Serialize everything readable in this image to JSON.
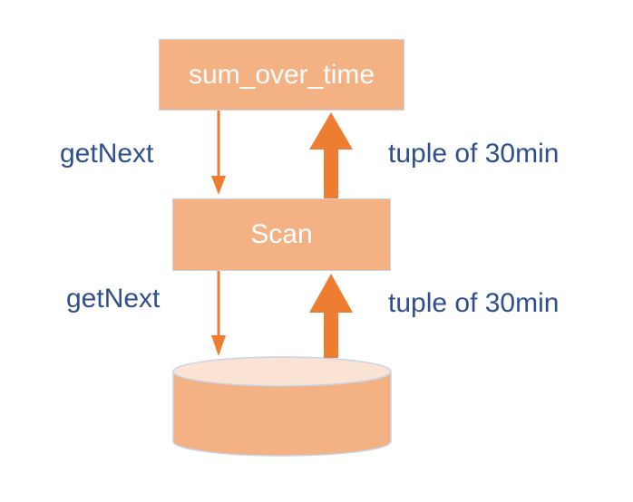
{
  "diagram": {
    "nodes": {
      "top": "sum_over_time",
      "middle": "Scan",
      "bottom": ""
    },
    "edge_labels": {
      "upper_left": "getNext",
      "upper_right": "tuple of 30min",
      "lower_left": "getNext",
      "lower_right": "tuple of 30min"
    },
    "colors": {
      "node_fill": "#f4b183",
      "node_border": "#c9d3e6",
      "node_text": "#ffffff",
      "arrow": "#ed7d31",
      "label_text": "#2f4f8f",
      "cylinder_top": "#fbe3d3"
    }
  }
}
